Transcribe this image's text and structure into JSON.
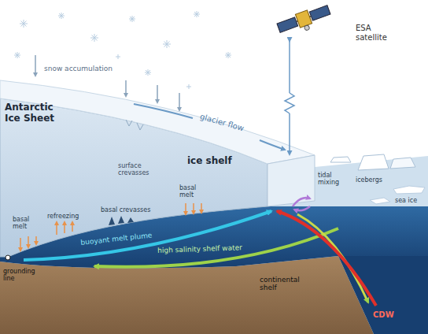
{
  "diagram": {
    "labels": [
      "ESA satellite",
      "snow accumulation",
      "Antarctic Ice Sheet",
      "glacier flow",
      "ice shelf",
      "surface crevasses",
      "basal crevasses",
      "basal melt",
      "refreezing",
      "basal melt",
      "tidal mixing",
      "icebergs",
      "sea ice",
      "buoyant melt plume",
      "high salinity shelf water",
      "grounding line",
      "continental shelf",
      "CDW"
    ]
  }
}
